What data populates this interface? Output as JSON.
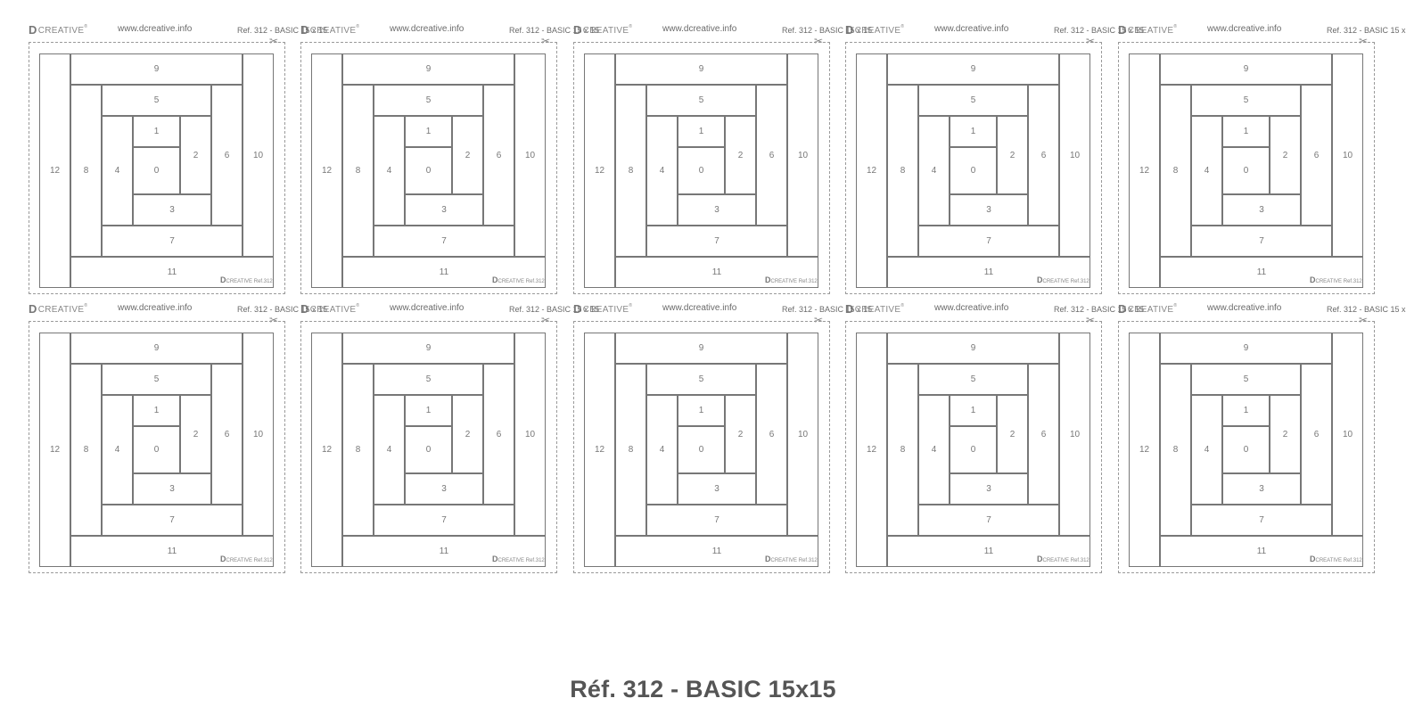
{
  "tile_header": {
    "brand_mark": "D",
    "brand_text": "CREATIVE",
    "brand_reg": "®",
    "website": "www.dcreative.info",
    "reference": "Ref. 312 - BASIC 15 x 15",
    "scissors_icon": "scissors-icon"
  },
  "block_corner_logo": {
    "mark": "D",
    "text": "CREATIVE",
    "ref": "Ref.312"
  },
  "pieces": [
    {
      "label": "0"
    },
    {
      "label": "1"
    },
    {
      "label": "2"
    },
    {
      "label": "3"
    },
    {
      "label": "4"
    },
    {
      "label": "5"
    },
    {
      "label": "6"
    },
    {
      "label": "7"
    },
    {
      "label": "8"
    },
    {
      "label": "9"
    },
    {
      "label": "10"
    },
    {
      "label": "11"
    },
    {
      "label": "12"
    }
  ],
  "grid": {
    "rows": 2,
    "columns": 5
  },
  "caption": "Réf. 312 - BASIC 15x15",
  "colors": {
    "line": "#777777",
    "text": "#555555",
    "dashed_cut": "#9a9a9a"
  }
}
